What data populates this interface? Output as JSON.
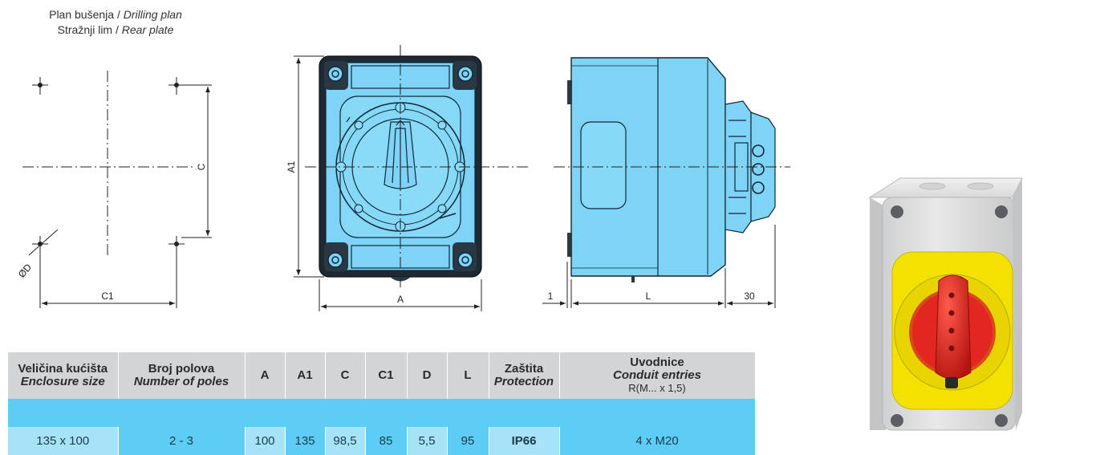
{
  "caption": {
    "line1_plain": "Plan bušenja / ",
    "line1_italic": "Drilling plan",
    "line2_plain": "Stražnji lim / ",
    "line2_italic": "Rear plate"
  },
  "dimension_labels": {
    "c": "C",
    "c1": "C1",
    "od": "ØD",
    "a1": "A1",
    "a": "A",
    "one": "1",
    "l": "L",
    "thirty": "30"
  },
  "table": {
    "headers": [
      {
        "main": "Veličina kućišta",
        "sub": "Enclosure size"
      },
      {
        "main": "Broj polova",
        "sub": "Number of poles"
      },
      {
        "main": "A"
      },
      {
        "main": "A1"
      },
      {
        "main": "C"
      },
      {
        "main": "C1"
      },
      {
        "main": "D"
      },
      {
        "main": "L"
      },
      {
        "main": "Zaštita",
        "sub": "Protection"
      },
      {
        "main": "Uvodnice",
        "sub": "Conduit entries",
        "sub2": "R(M... x 1,5)"
      }
    ],
    "row": {
      "enclosure_size": "135 x 100",
      "poles": "2 - 3",
      "a": "100",
      "a1": "135",
      "c": "98,5",
      "c1": "85",
      "d": "5,5",
      "l": "95",
      "protection": "IP66",
      "conduit": "4 x M20"
    }
  },
  "colors": {
    "housing_blue": "#7fd3f4",
    "table_header_gray": "#d3d4d5",
    "table_cell_blue": "#5ecdf3",
    "table_cell_light": "#a6e3f7",
    "product_handle_red": "#e3261f",
    "product_ring_yellow": "#f3e100",
    "product_body_gray": "#dcdcdc"
  }
}
